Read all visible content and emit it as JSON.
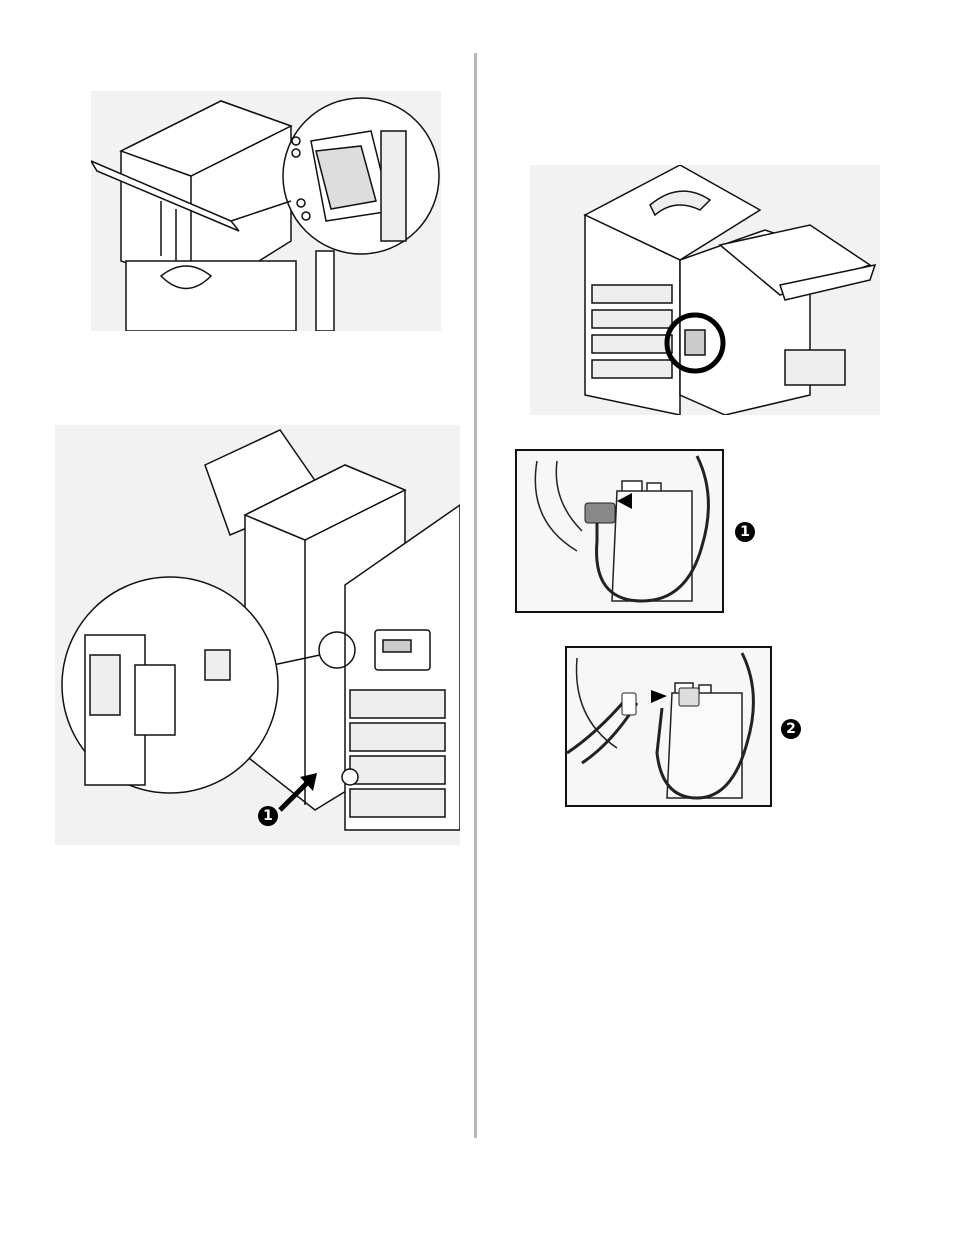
{
  "figures": {
    "finisher_mount": {
      "icon": "finisher-bracket-screws-illustration"
    },
    "finisher_latch": {
      "icon": "finisher-latch-attach-illustration",
      "step_marker": "1"
    },
    "printer_connector": {
      "icon": "printer-side-connector-illustration"
    },
    "cable_step_1": {
      "icon": "cable-disconnect-illustration",
      "step_marker": "1"
    },
    "cable_step_2": {
      "icon": "cable-connect-illustration",
      "step_marker": "2"
    }
  }
}
